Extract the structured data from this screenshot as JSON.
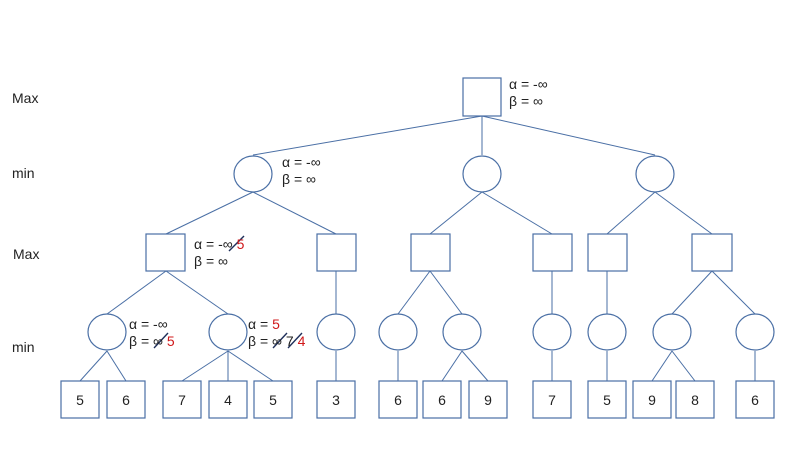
{
  "levels": {
    "l0": "Max",
    "l1": "min",
    "l2": "Max",
    "l3": "min"
  },
  "root_ann": {
    "alpha": "α = -∞",
    "beta": "β = ∞"
  },
  "min1_ann": {
    "alpha": "α = -∞",
    "beta": "β = ∞"
  },
  "max1_ann": {
    "alpha_prefix": "α = ",
    "alpha_old": "-∞",
    "alpha_new": "5",
    "beta": "β = ∞"
  },
  "min_a_ann": {
    "alpha": "α = -∞",
    "beta_prefix": "β = ",
    "beta_old": "∞",
    "beta_new": "5"
  },
  "min_b_ann": {
    "alpha_prefix": "α = ",
    "alpha_new": "5",
    "beta_prefix": "β = ",
    "beta_old1": "∞",
    "beta_old2": "7",
    "beta_new": "4"
  },
  "leaves": [
    "5",
    "6",
    "7",
    "4",
    "5",
    "3",
    "6",
    "6",
    "9",
    "7",
    "5",
    "9",
    "8",
    "6"
  ],
  "colors": {
    "line": "#4a6fa5",
    "red": "#d0191b",
    "strike": "#1f2f5a"
  }
}
